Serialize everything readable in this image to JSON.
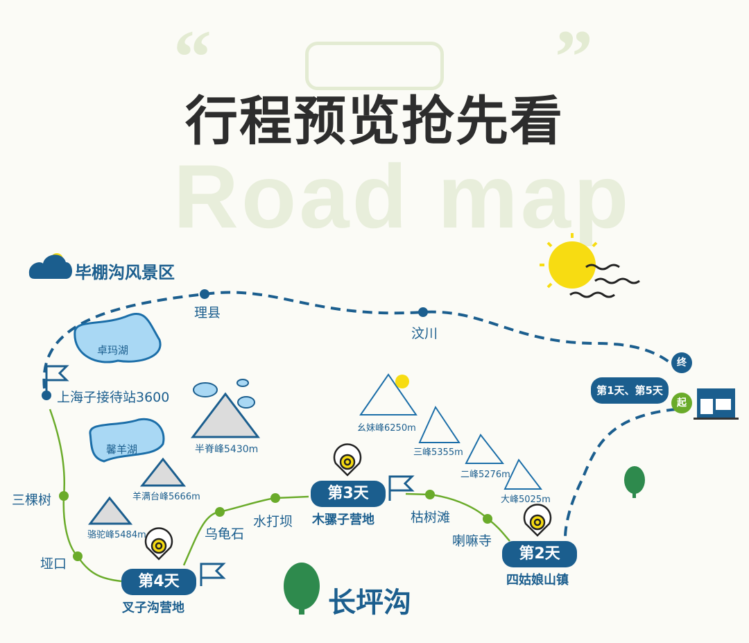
{
  "header": {
    "title": "行程预览抢先看",
    "watermark": "Road map",
    "quote_open": "“",
    "quote_close": "”"
  },
  "regions": {
    "bipenggou": "毕棚沟风景区",
    "changpinggou": "长坪沟"
  },
  "towns": {
    "lixian": "理县",
    "wenchuan": "汶川",
    "shanghaizi": "上海子接待站3600",
    "sankeshu": "三棵树",
    "yakou": "垭口",
    "wuguishi": "乌龟石",
    "shuidaba": "水打坝",
    "kushutan": "枯树滩",
    "lamasi": "喇嘛寺"
  },
  "lakes": {
    "zhuoma": "卓玛湖",
    "xinyang": "馨羊湖"
  },
  "peaks": {
    "banji": "半脊峰5430m",
    "yangmantai": "羊满台峰5666m",
    "luotuo": "骆驼峰5484m",
    "yaomei": "幺妹峰6250m",
    "sanfeng": "三峰5355m",
    "erfeng": "二峰5276m",
    "dafeng": "大峰5025m"
  },
  "days": {
    "d1": {
      "label": "第1天、第5天",
      "end": "终",
      "start": "起"
    },
    "d2": {
      "label": "第2天",
      "camp": "四姑娘山镇"
    },
    "d3": {
      "label": "第3天",
      "camp": "木骡子营地"
    },
    "d4": {
      "label": "第4天",
      "camp": "叉子沟营地"
    }
  },
  "colors": {
    "route_blue": "#1b5e8e",
    "trail_green": "#6aab2a",
    "sun": "#f7dc12"
  }
}
